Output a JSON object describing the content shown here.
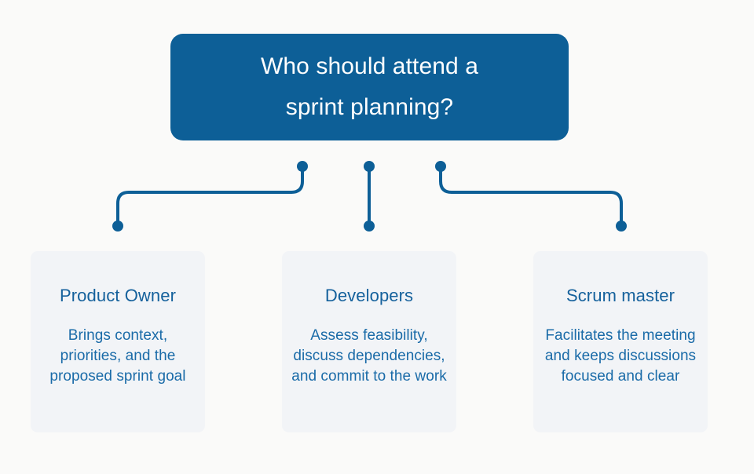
{
  "diagram": {
    "root": {
      "text": "Who should attend a\nsprint planning?",
      "background_color": "#0d5f97",
      "text_color": "#ffffff"
    },
    "connector": {
      "stroke_color": "#0d5f97",
      "endpoint_shape": "circle"
    },
    "cards": [
      {
        "title": "Product Owner",
        "body": "Brings context, priorities, and the proposed sprint goal",
        "background_color": "#f2f4f7",
        "title_color": "#15619c",
        "body_color": "#1a6ba8"
      },
      {
        "title": "Developers",
        "body": "Assess feasibility, discuss dependencies, and commit to the work",
        "background_color": "#f2f4f7",
        "title_color": "#15619c",
        "body_color": "#1a6ba8"
      },
      {
        "title": "Scrum master",
        "body": "Facilitates the meeting and keeps discussions focused and clear",
        "background_color": "#f2f4f7",
        "title_color": "#15619c",
        "body_color": "#1a6ba8"
      }
    ],
    "canvas": {
      "background_color": "#fafaf9"
    }
  }
}
